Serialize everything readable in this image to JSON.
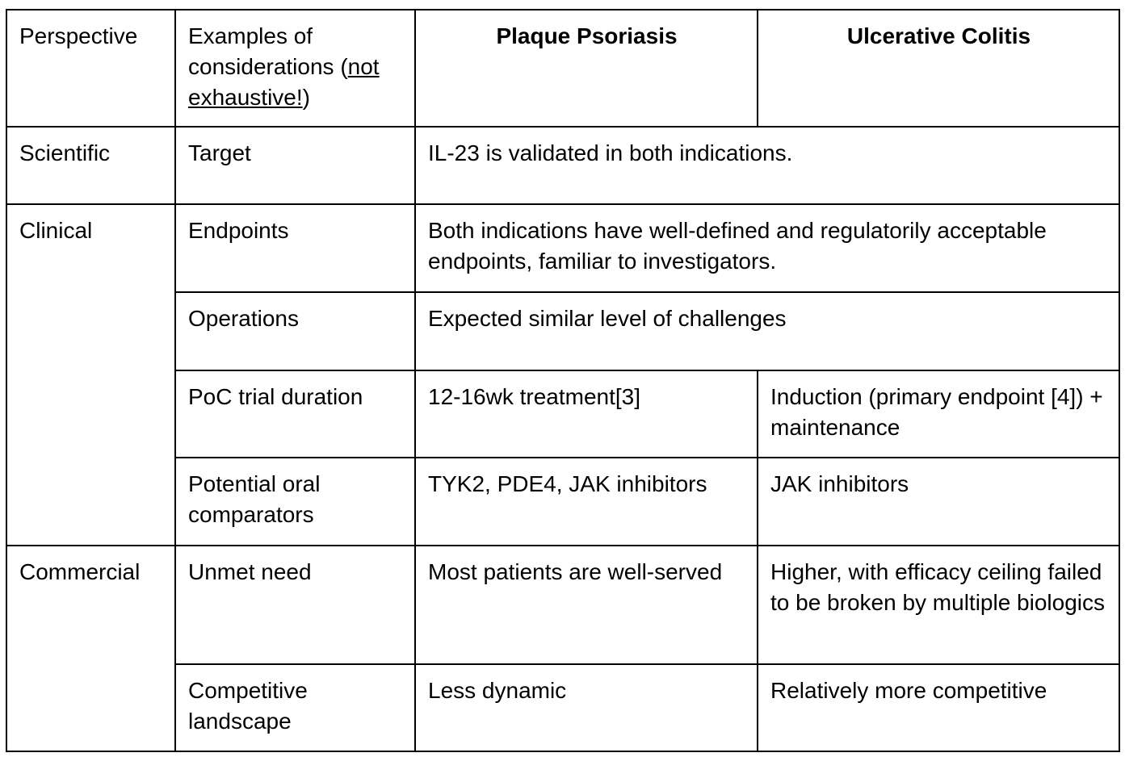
{
  "header": {
    "perspective": "Perspective",
    "examples_prefix": "Examples of considerations (",
    "examples_underlined": "not exhaustive!",
    "examples_suffix": ")",
    "col_pso": "Plaque Psoriasis",
    "col_uc": "Ulcerative Colitis"
  },
  "rows": {
    "scientific": {
      "perspective": "Scientific",
      "consideration": "Target",
      "both": "IL-23 is validated in both indications."
    },
    "endpoints": {
      "perspective": "Clinical",
      "consideration": "Endpoints",
      "both": "Both indications have well-defined and regulatorily acceptable endpoints, familiar to investigators."
    },
    "operations": {
      "consideration": "Operations",
      "both": "Expected similar level of challenges"
    },
    "duration": {
      "consideration": "PoC trial duration",
      "pso": "12-16wk treatment[3]",
      "uc": "Induction (primary endpoint [4]) + maintenance"
    },
    "comparators": {
      "consideration": "Potential oral comparators",
      "pso": "TYK2, PDE4, JAK inhibitors",
      "uc": "JAK inhibitors"
    },
    "unmet": {
      "perspective": "Commercial",
      "consideration": "Unmet need",
      "pso": "Most patients are well-served",
      "uc": "Higher, with efficacy ceiling failed to be broken by multiple biologics"
    },
    "competitive": {
      "consideration": "Competitive landscape",
      "pso": "Less dynamic",
      "uc": "Relatively more competitive"
    }
  }
}
